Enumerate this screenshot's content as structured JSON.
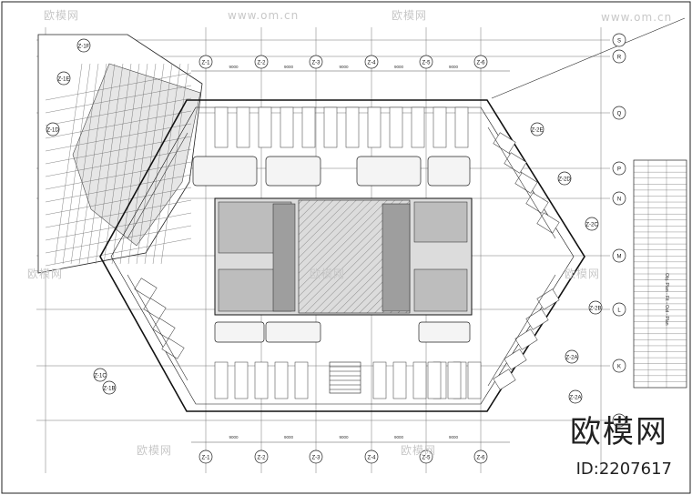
{
  "grid": {
    "columns": [
      "Z-1",
      "Z-2",
      "Z-3",
      "Z-4",
      "Z-5",
      "Z-6"
    ],
    "rows": [
      "S",
      "R",
      "Q",
      "P",
      "N",
      "M",
      "L",
      "K",
      "J"
    ],
    "column_spacing": [
      "9000",
      "9000",
      "9000",
      "9000",
      "9000"
    ],
    "diagonal_left": [
      "Z-1F",
      "Z-1E",
      "Z-1D",
      "Z-1C",
      "Z-1B"
    ],
    "diagonal_right": [
      "Z-2E",
      "Z-2D",
      "Z-2C",
      "Z-2B",
      "Z-2A",
      "Z-2A"
    ]
  },
  "legend": {
    "title": "Obj. Plan - Fit - Out - Plan",
    "row_count": 38
  },
  "watermarks": [
    "欧模网",
    "www.om.cn",
    "欧模网",
    "www.om.cn",
    "欧模网",
    "欧模网",
    "欧模网",
    "欧模网",
    "欧模网"
  ],
  "brand": {
    "logo_text": "欧模网",
    "id_text": "ID:2207617"
  }
}
